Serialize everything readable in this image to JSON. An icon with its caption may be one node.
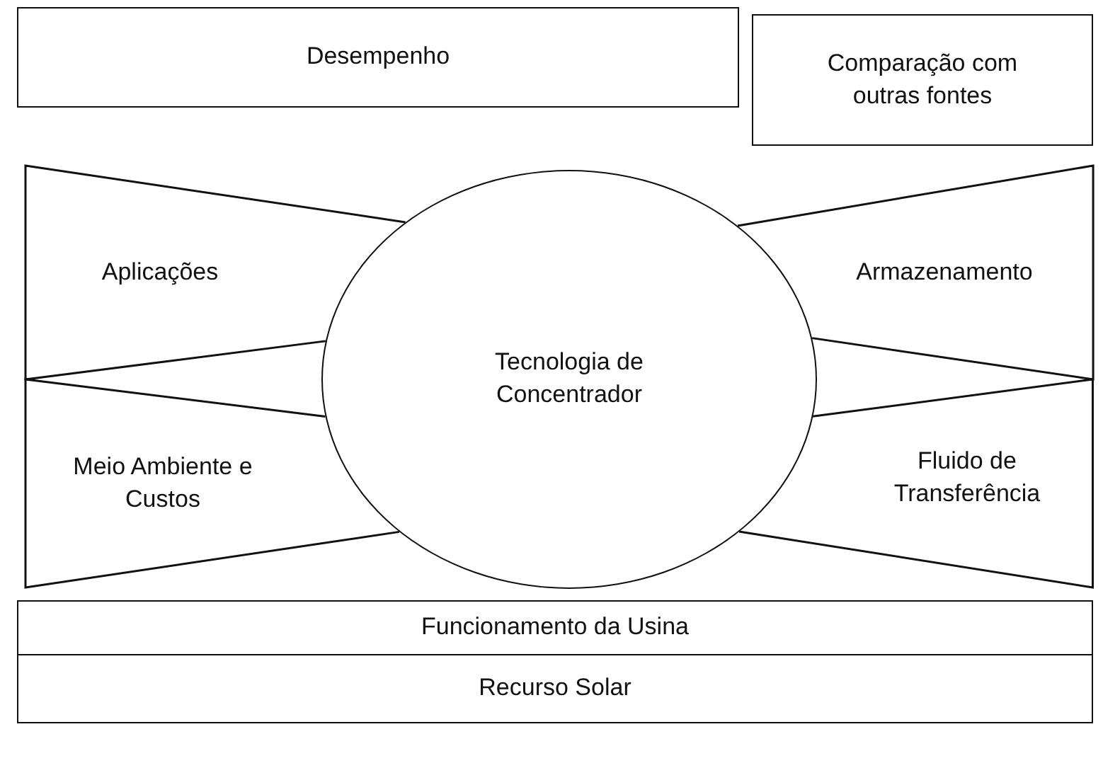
{
  "diagram": {
    "nodes": [
      {
        "text": [
          "Desempenho"
        ]
      },
      {
        "text": [
          "Comparação com outras fontes"
        ]
      },
      {
        "text": [
          "Aplicações"
        ]
      },
      {
        "text": [
          "Armazenamento"
        ]
      },
      {
        "text": [
          "Tecnologia de Concentrador"
        ]
      },
      {
        "text": [
          "Meio Ambiente e Custos"
        ]
      },
      {
        "text": [
          "Fluido de Transferência"
        ]
      },
      {
        "text": [
          "Funcionamento da Usina"
        ]
      },
      {
        "text": [
          "Recurso Solar"
        ]
      }
    ]
  }
}
